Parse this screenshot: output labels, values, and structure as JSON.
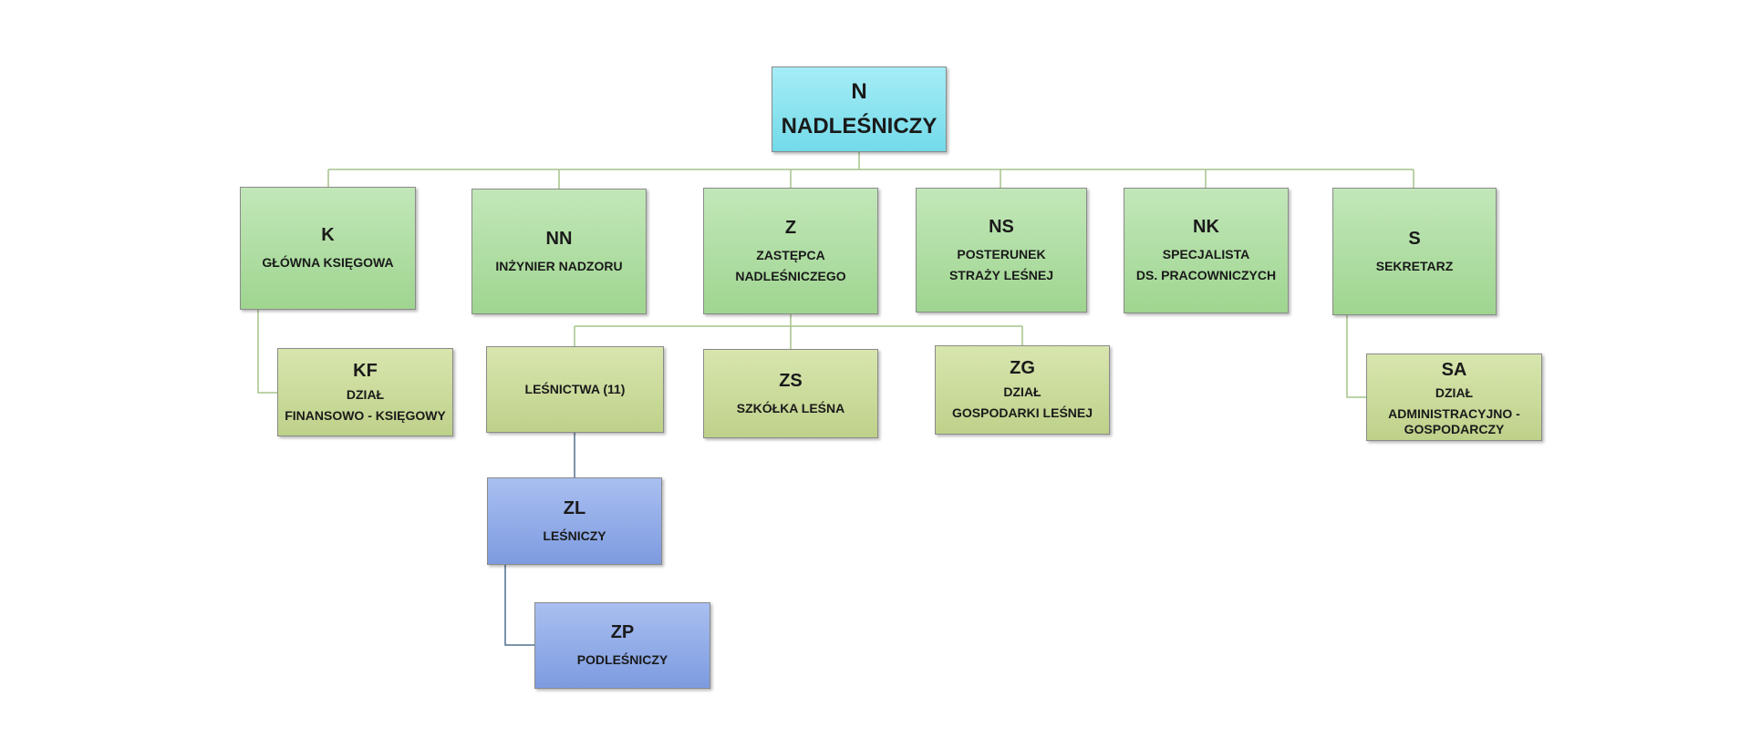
{
  "colors": {
    "top": "#8fe4ef",
    "level1": "#b0dea3",
    "level2": "#cbdc9d",
    "level3": "#93aee8",
    "connector_green": "#a6c38a",
    "connector_blue": "#4f6f8f"
  },
  "nodes": {
    "n": {
      "code": "N",
      "lines": [
        "NADLEŚNICZY"
      ]
    },
    "k": {
      "code": "K",
      "lines": [
        "GŁÓWNA KSIĘGOWA"
      ]
    },
    "nn": {
      "code": "NN",
      "lines": [
        "INŻYNIER NADZORU"
      ]
    },
    "z": {
      "code": "Z",
      "lines": [
        "ZASTĘPCA",
        "NADLEŚNICZEGO"
      ]
    },
    "ns": {
      "code": "NS",
      "lines": [
        "POSTERUNEK",
        "STRAŻY LEŚNEJ"
      ]
    },
    "nk": {
      "code": "NK",
      "lines": [
        "SPECJALISTA",
        "DS. PRACOWNICZYCH"
      ]
    },
    "s": {
      "code": "S",
      "lines": [
        "SEKRETARZ"
      ]
    },
    "kf": {
      "code": "KF",
      "lines": [
        "DZIAŁ",
        "FINANSOWO - KSIĘGOWY"
      ]
    },
    "lesnictwa": {
      "code": "",
      "lines": [
        "LEŚNICTWA (11)"
      ]
    },
    "zs": {
      "code": "ZS",
      "lines": [
        "SZKÓŁKA LEŚNA"
      ]
    },
    "zg": {
      "code": "ZG",
      "lines": [
        "DZIAŁ",
        "GOSPODARKI LEŚNEJ"
      ]
    },
    "sa": {
      "code": "SA",
      "lines": [
        "DZIAŁ",
        "ADMINISTRACYJNO -",
        "GOSPODARCZY"
      ]
    },
    "zl": {
      "code": "ZL",
      "lines": [
        "LEŚNICZY"
      ]
    },
    "zp": {
      "code": "ZP",
      "lines": [
        "PODLEŚNICZY"
      ]
    }
  }
}
